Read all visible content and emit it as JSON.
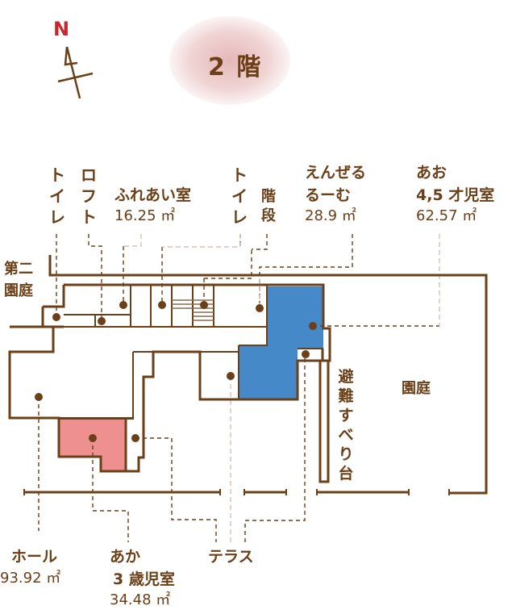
{
  "title": "2 階",
  "compass": {
    "label": "N",
    "icon": "north-arrow-icon",
    "color": "#c8262e"
  },
  "colors": {
    "wall": "#6b3f17",
    "blue_room": "#4589c8",
    "pink_room": "#ef9090",
    "title_blob": "#e6b0b0",
    "leader_light": "#cfc4ba"
  },
  "rooms": {
    "toilet_left": {
      "label": "トイレ"
    },
    "loft": {
      "label": "ロフト"
    },
    "fureai": {
      "label": "ふれあい室",
      "area": "16.25 ㎡"
    },
    "toilet_right": {
      "label": "トイレ"
    },
    "stairs": {
      "label": "階段"
    },
    "enzeru": {
      "label_line1": "えんぜる",
      "label_line2": "るーむ",
      "area": "28.9 ㎡"
    },
    "ao": {
      "label_line1": "あお",
      "label_line2": "4,5 才児室",
      "area": "62.57 ㎡"
    },
    "second_garden": {
      "label_line1": "第二",
      "label_line2": "園庭"
    },
    "garden": {
      "label": "園庭"
    },
    "slide": {
      "label": "避難すべり台"
    },
    "hall": {
      "label": "ホール",
      "area": "93.92 ㎡"
    },
    "aka": {
      "label_line1": "あか",
      "label_line2": "3 歳児室",
      "area": "34.48 ㎡"
    },
    "terrace": {
      "label": "テラス"
    }
  }
}
